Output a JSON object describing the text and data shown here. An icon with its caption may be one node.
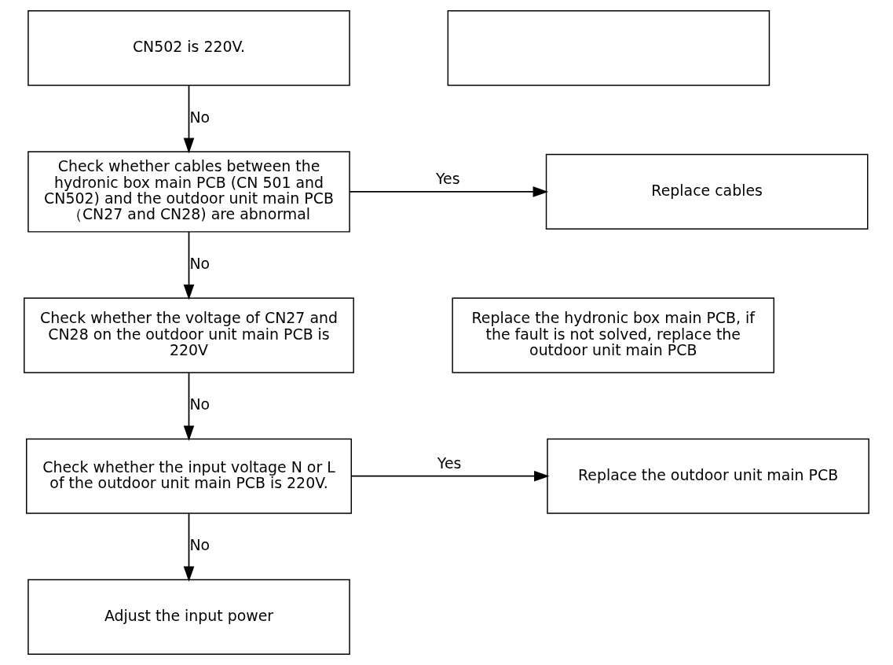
{
  "diagram": {
    "nodes": [
      {
        "text": [
          "CN502 is 220V."
        ]
      },
      {
        "text": [],
        "shape": "box"
      },
      {
        "text": [
          "Check whether cables between the hydronic box main PCB (CN 501 and CN502) and the outdoor unit main PCB （CN27 and CN28) are abnormal"
        ]
      },
      {
        "text": [
          "Replace cables"
        ]
      },
      {
        "text": [
          "Check whether the voltage of CN27 and CN28 on the outdoor unit main PCB is 220V"
        ]
      },
      {
        "text": [
          "Replace the hydronic box main PCB, if the fault is not solved, replace the outdoor unit main PCB"
        ]
      },
      {
        "text": [
          "Check whether the input voltage N or L of the outdoor unit main PCB is 220V."
        ]
      },
      {
        "text": [
          "Replace the outdoor unit main PCB"
        ]
      },
      {
        "text": [
          "Adjust the input power"
        ]
      }
    ],
    "edges": [
      {
        "from": 0,
        "to": 2,
        "arrow": "to",
        "label": "No"
      },
      {
        "from": 2,
        "to": 3,
        "arrow": "to",
        "label": "Yes"
      },
      {
        "from": 2,
        "to": 4,
        "arrow": "to",
        "label": "No"
      },
      {
        "from": 4,
        "to": 6,
        "arrow": "to",
        "label": "No"
      },
      {
        "from": 6,
        "to": 7,
        "arrow": "to",
        "label": "Yes"
      },
      {
        "from": 6,
        "to": 8,
        "arrow": "to",
        "label": "No"
      }
    ]
  }
}
